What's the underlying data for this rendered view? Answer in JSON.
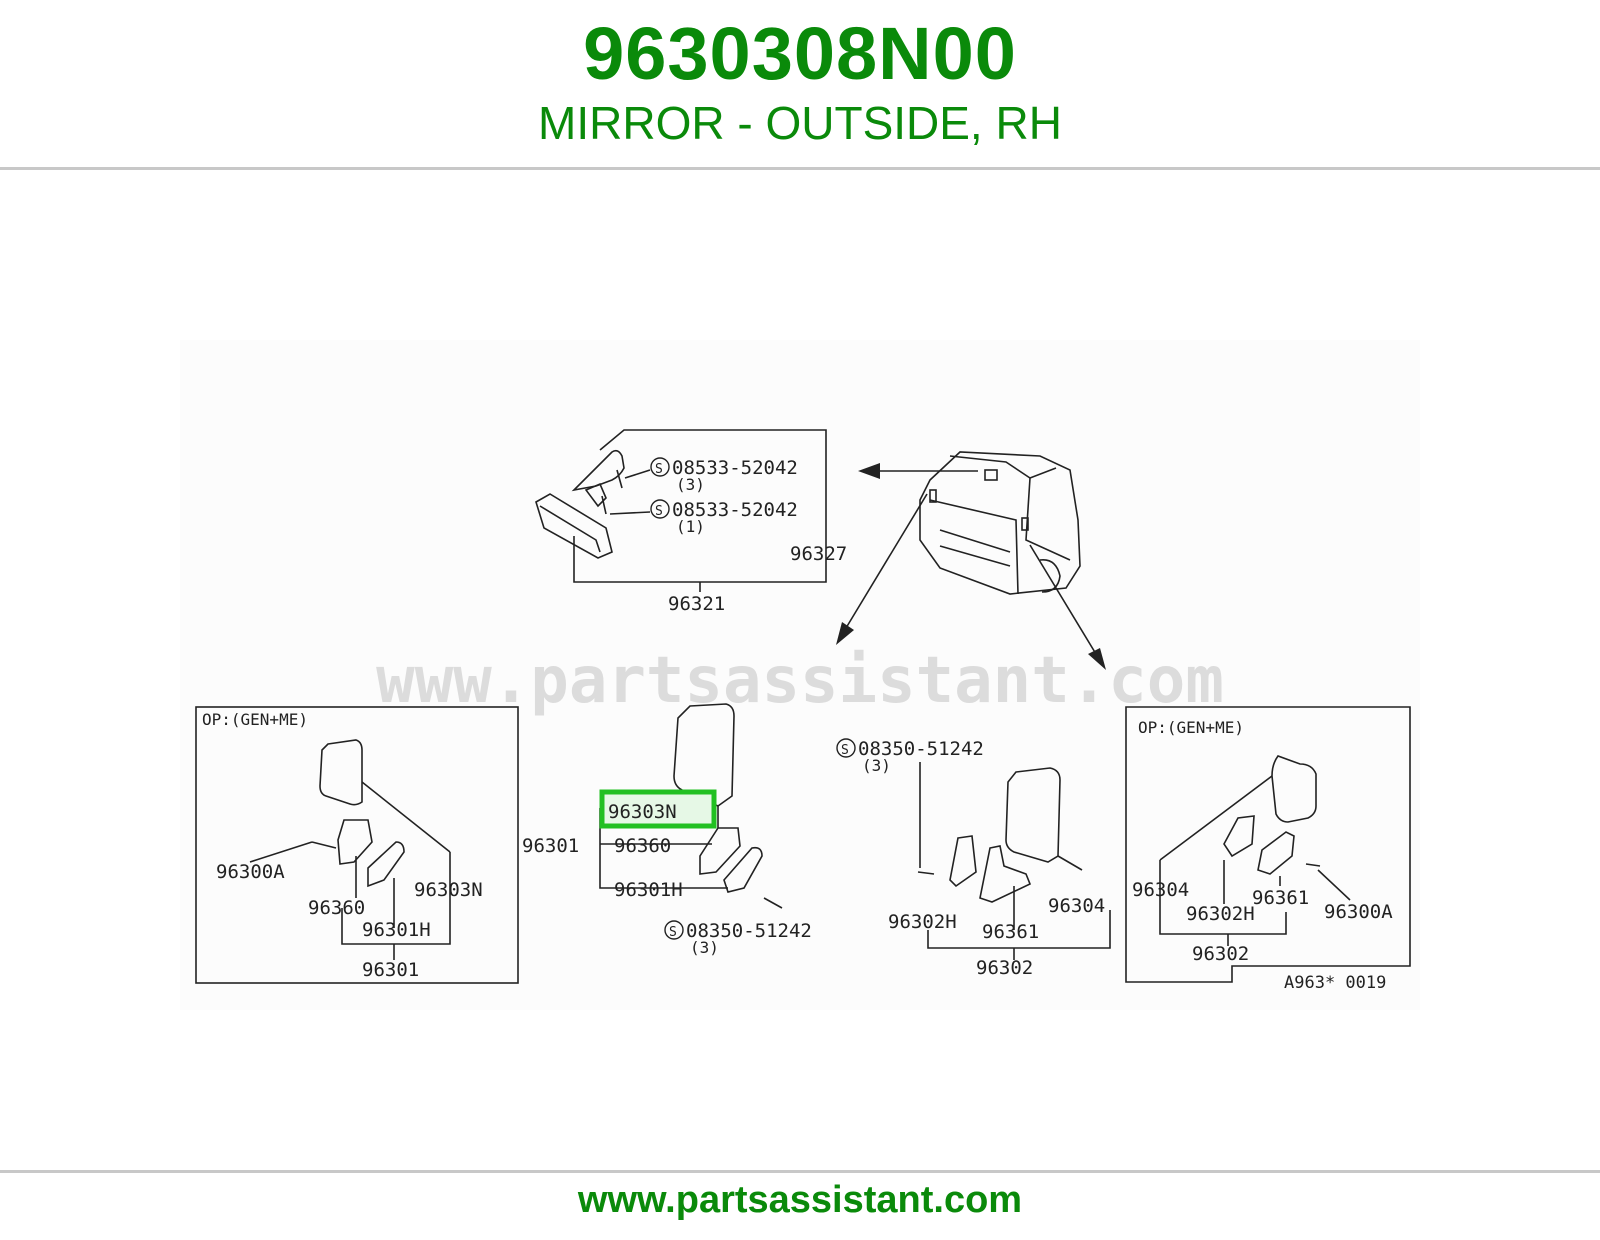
{
  "header": {
    "part_number": "9630308N00",
    "part_name": "MIRROR - OUTSIDE, RH"
  },
  "diagram": {
    "watermark": "www.partsassistant.com",
    "reference_code": "A963* 0019",
    "option_label": "OP:(GEN+ME)",
    "highlight_label": "96303N",
    "inside_mirror": {
      "bolt_a": "08533-52042",
      "bolt_a_qty": "(3)",
      "bolt_b": "08533-52042",
      "bolt_b_qty": "(1)",
      "assembly": "96321",
      "part": "96327"
    },
    "left_box": {
      "option": "OP:(GEN+ME)",
      "screw": "96300A",
      "bracket": "96360",
      "mirror": "96303N",
      "base": "96301H",
      "assembly": "96301"
    },
    "center_left": {
      "assembly": "96301",
      "mirror": "96303N",
      "bracket": "96360",
      "base": "96301H",
      "bolt": "08350-51242",
      "bolt_qty": "(3)"
    },
    "center_right": {
      "bolt": "08350-51242",
      "bolt_qty": "(3)",
      "base": "96302H",
      "bracket": "96361",
      "mirror": "96304",
      "assembly": "96302"
    },
    "right_box": {
      "option": "OP:(GEN+ME)",
      "mirror": "96304",
      "base": "96302H",
      "bracket": "96361",
      "screw": "96300A",
      "assembly": "96302"
    },
    "symbols": {
      "standard_part": "S"
    }
  },
  "footer": {
    "url": "www.partsassistant.com"
  },
  "colors": {
    "brand_green": "#0a8a0a",
    "highlight_green": "#22c022",
    "line": "#222222",
    "watermark": "#dcdcdc",
    "rule": "#c8c8c8"
  }
}
